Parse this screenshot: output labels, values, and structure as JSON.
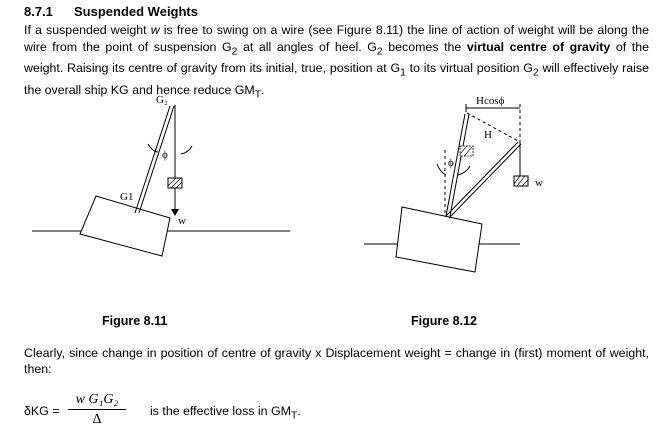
{
  "section": {
    "number": "8.7.1",
    "title": "Suspended Weights"
  },
  "paragraph1": {
    "part1": "If a suspended weight ",
    "w": "w",
    "part2": " is free to swing on a wire (see Figure 8.11) the line of action of weight will be along the wire from the point of suspension G",
    "sub1": "2",
    "part3": " at all angles of heel. G",
    "sub2": "2",
    "part4": " becomes the ",
    "bold": "virtual centre of gravity",
    "part5": " of the weight. Raising its centre of gravity from its initial, true, position at G",
    "sub3": "1",
    "part6": " to its virtual position G",
    "sub4": "2",
    "part7": " will effectively raise the overall ship KG and hence reduce GM",
    "sub5": "T",
    "part8": "."
  },
  "figure_811": {
    "caption": "Figure 8.11",
    "label_g2": "G₂",
    "label_g1": "G1",
    "label_phi": "ϕ",
    "label_w": "w"
  },
  "figure_812": {
    "caption": "Figure 8.12",
    "label_hcos": "Hcosϕ",
    "label_h": "H",
    "label_phi": "ϕ",
    "label_w": "w"
  },
  "paragraph2": "Clearly, since change in position of centre of gravity x Displacement weight = change in (first) moment of weight, then:",
  "equation": {
    "lhs": "δKG =",
    "numerator": "w G₁G₂",
    "denominator": "Δ",
    "rhs_text": "is the effective loss in GM",
    "rhs_sub": "T",
    "rhs_end": "."
  }
}
